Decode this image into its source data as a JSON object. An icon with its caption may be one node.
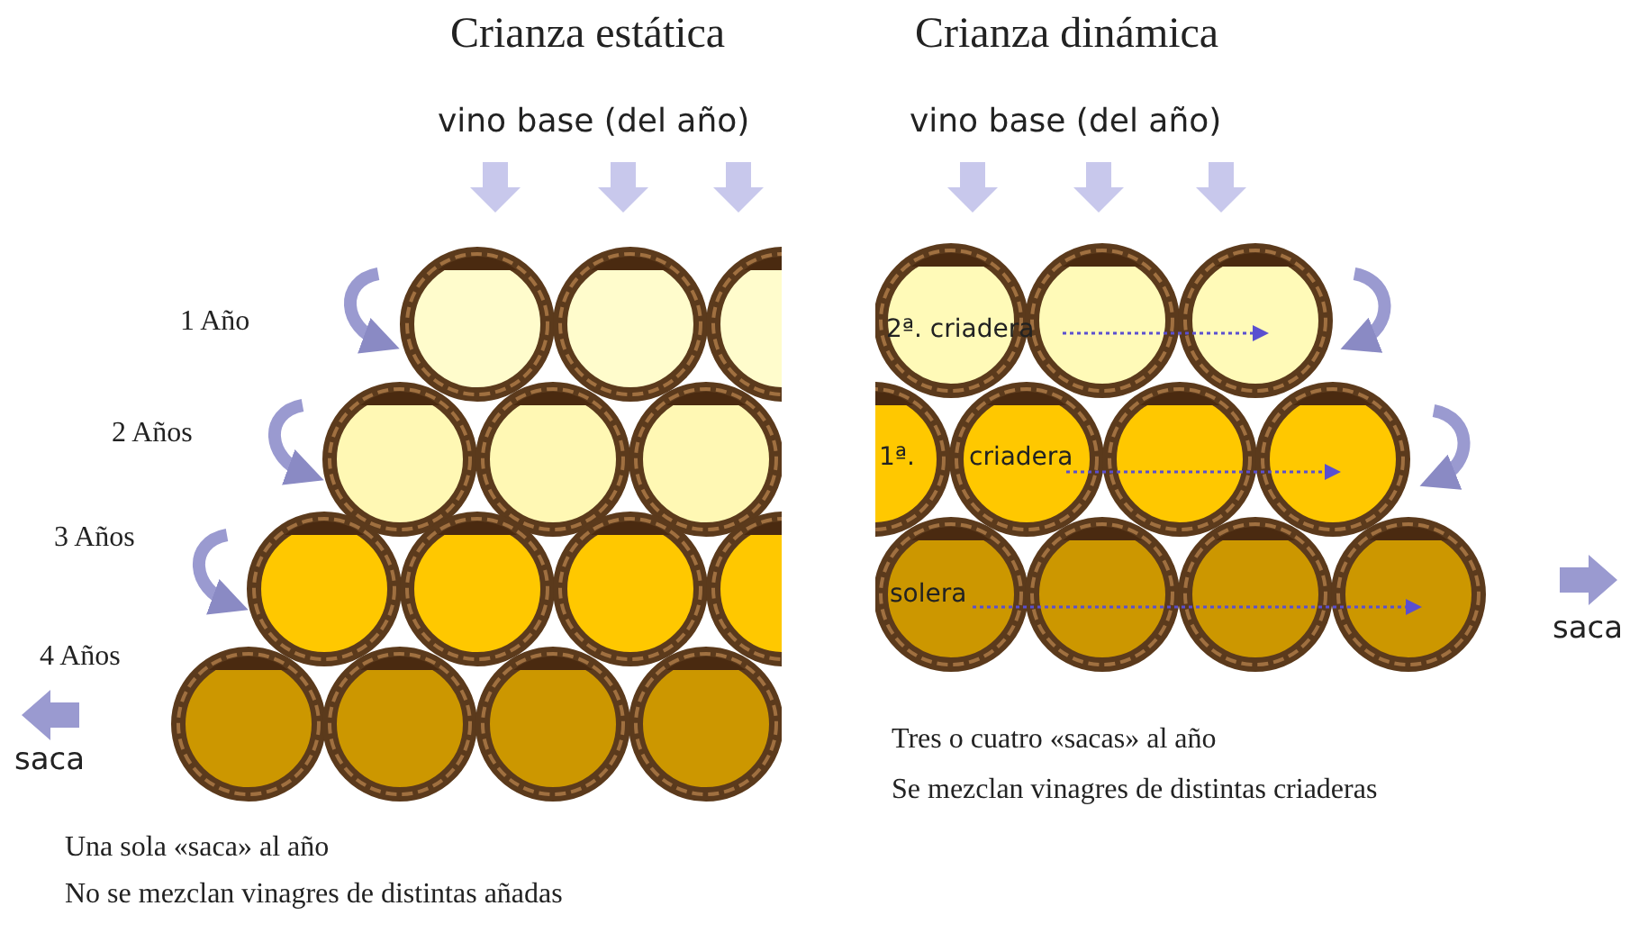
{
  "diagram": {
    "labels": [
      "Crianza estática",
      "vino base (del año)",
      "1 Año",
      "2 Años",
      "3 Años",
      "4 Años",
      "saca",
      "Una sola «saca» al año",
      "No se mezclan vinagres de distintas añadas",
      "Crianza dinámica",
      "vino base (del año)",
      "2ª. criadera",
      "1ª.",
      "criadera",
      "solera",
      "saca",
      "Tres o cuatro «sacas» al año",
      "Se mezclan vinagres de distintas criaderas"
    ]
  }
}
